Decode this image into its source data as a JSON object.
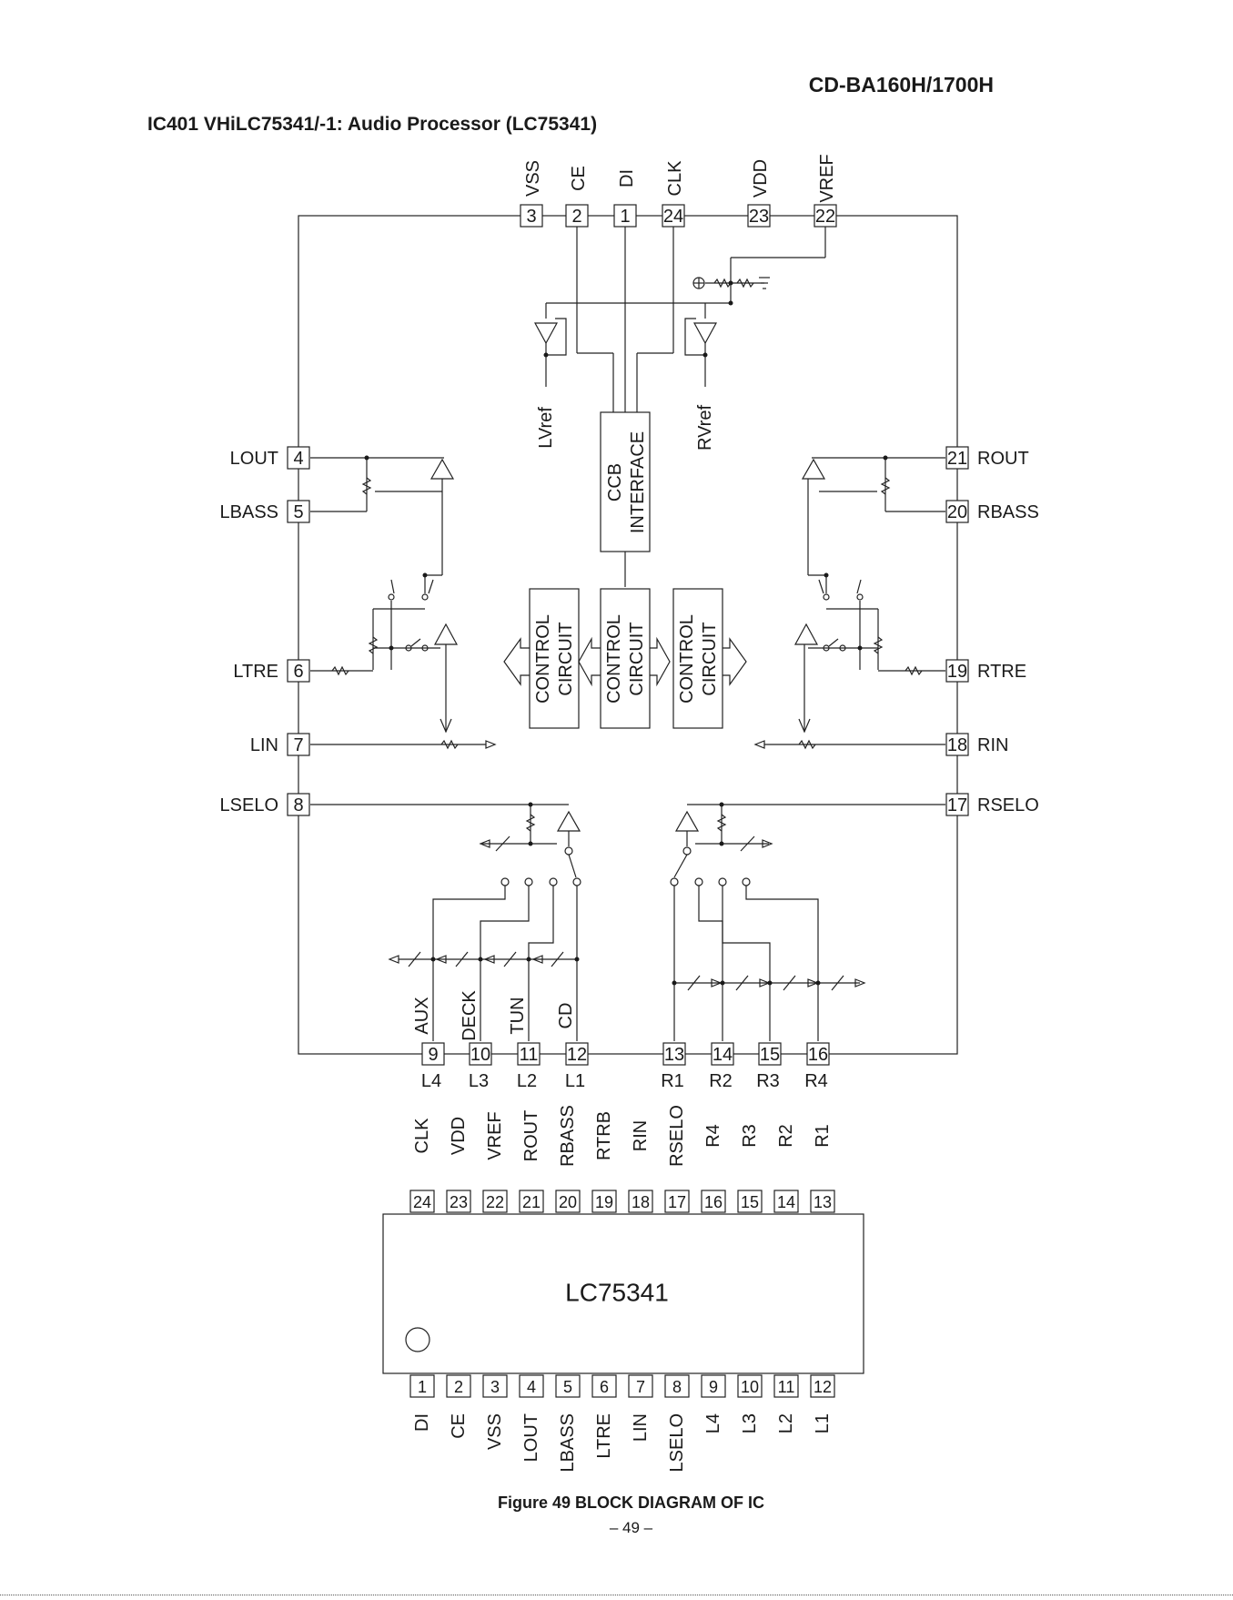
{
  "header": {
    "model": "CD-BA160H/1700H",
    "title": "IC401  VHiLC75341/-1: Audio Processor (LC75341)"
  },
  "block_diagram": {
    "top_pins": [
      {
        "num": "3",
        "name": "VSS"
      },
      {
        "num": "2",
        "name": "CE"
      },
      {
        "num": "1",
        "name": "DI"
      },
      {
        "num": "24",
        "name": "CLK"
      },
      {
        "num": "23",
        "name": "VDD"
      },
      {
        "num": "22",
        "name": "VREF"
      }
    ],
    "left_pins": [
      {
        "num": "4",
        "name": "LOUT"
      },
      {
        "num": "5",
        "name": "LBASS"
      },
      {
        "num": "6",
        "name": "LTRE"
      },
      {
        "num": "7",
        "name": "LIN"
      },
      {
        "num": "8",
        "name": "LSELO"
      }
    ],
    "right_pins": [
      {
        "num": "21",
        "name": "ROUT"
      },
      {
        "num": "20",
        "name": "RBASS"
      },
      {
        "num": "19",
        "name": "RTRE"
      },
      {
        "num": "18",
        "name": "RIN"
      },
      {
        "num": "17",
        "name": "RSELO"
      }
    ],
    "bottom_pins": [
      {
        "num": "9",
        "name": "L4",
        "source": "AUX"
      },
      {
        "num": "10",
        "name": "L3",
        "source": "DECK"
      },
      {
        "num": "11",
        "name": "L2",
        "source": "TUN"
      },
      {
        "num": "12",
        "name": "L1",
        "source": "CD"
      },
      {
        "num": "13",
        "name": "R1",
        "source": ""
      },
      {
        "num": "14",
        "name": "R2",
        "source": ""
      },
      {
        "num": "15",
        "name": "R3",
        "source": ""
      },
      {
        "num": "16",
        "name": "R4",
        "source": ""
      }
    ],
    "vref_labels": {
      "left": "LVref",
      "right": "RVref"
    },
    "ccb_block": [
      "CCB",
      "INTERFACE"
    ],
    "control_blocks": [
      [
        "CONTROL",
        "CIRCUIT"
      ],
      [
        "CONTROL",
        "CIRCUIT"
      ],
      [
        "CONTROL",
        "CIRCUIT"
      ]
    ]
  },
  "package": {
    "name": "LC75341",
    "top_row": [
      {
        "num": "24",
        "name": "CLK"
      },
      {
        "num": "23",
        "name": "VDD"
      },
      {
        "num": "22",
        "name": "VREF"
      },
      {
        "num": "21",
        "name": "ROUT"
      },
      {
        "num": "20",
        "name": "RBASS"
      },
      {
        "num": "19",
        "name": "RTRB"
      },
      {
        "num": "18",
        "name": "RIN"
      },
      {
        "num": "17",
        "name": "RSELO"
      },
      {
        "num": "16",
        "name": "R4"
      },
      {
        "num": "15",
        "name": "R3"
      },
      {
        "num": "14",
        "name": "R2"
      },
      {
        "num": "13",
        "name": "R1"
      }
    ],
    "bottom_row": [
      {
        "num": "1",
        "name": "DI"
      },
      {
        "num": "2",
        "name": "CE"
      },
      {
        "num": "3",
        "name": "VSS"
      },
      {
        "num": "4",
        "name": "LOUT"
      },
      {
        "num": "5",
        "name": "LBASS"
      },
      {
        "num": "6",
        "name": "LTRE"
      },
      {
        "num": "7",
        "name": "LIN"
      },
      {
        "num": "8",
        "name": "LSELO"
      },
      {
        "num": "9",
        "name": "L4"
      },
      {
        "num": "10",
        "name": "L3"
      },
      {
        "num": "11",
        "name": "L2"
      },
      {
        "num": "12",
        "name": "L1"
      }
    ]
  },
  "caption": "Figure 49 BLOCK DIAGRAM OF IC",
  "page_number": "– 49 –"
}
